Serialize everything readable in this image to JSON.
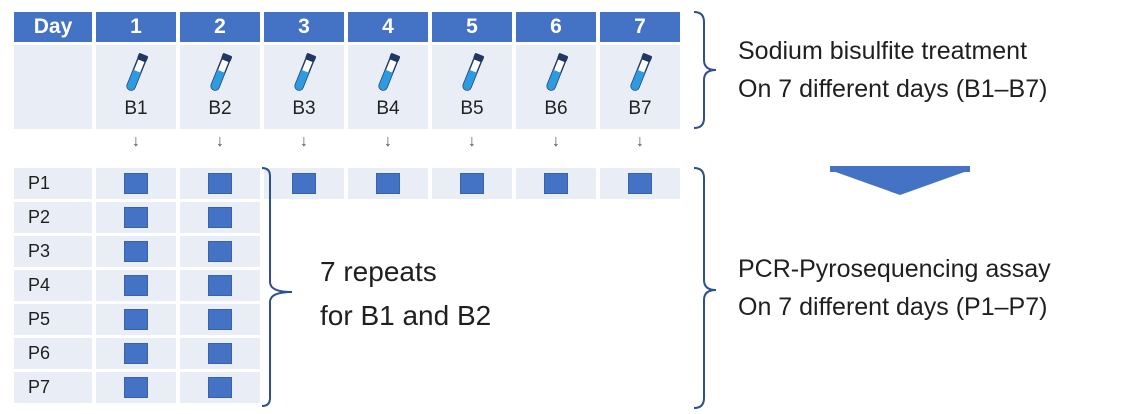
{
  "table": {
    "header_label": "Day",
    "days": [
      "1",
      "2",
      "3",
      "4",
      "5",
      "6",
      "7"
    ],
    "batches": [
      "B1",
      "B2",
      "B3",
      "B4",
      "B5",
      "B6",
      "B7"
    ],
    "arrow_glyph": "↓",
    "pyro_rows": [
      "P1",
      "P2",
      "P3",
      "P4",
      "P5",
      "P6",
      "P7"
    ]
  },
  "annotations": {
    "repeats_line1": "7 repeats",
    "repeats_line2": "for B1 and B2",
    "bisulfite_line1": "Sodium bisulfite treatment",
    "bisulfite_line2": "On 7 different days (B1–B7)",
    "pyro_line1": "PCR-Pyrosequencing assay",
    "pyro_line2": "On 7 different days (P1–P7)"
  },
  "colors": {
    "header_fill": "#4472c4",
    "cell_fill": "#e9edf5",
    "marker_fill": "#4472c4",
    "brace_stroke": "#2f4f8f"
  },
  "icons": {
    "tube": "test-tube-icon",
    "flow_arrow": "down-arrow-icon"
  }
}
